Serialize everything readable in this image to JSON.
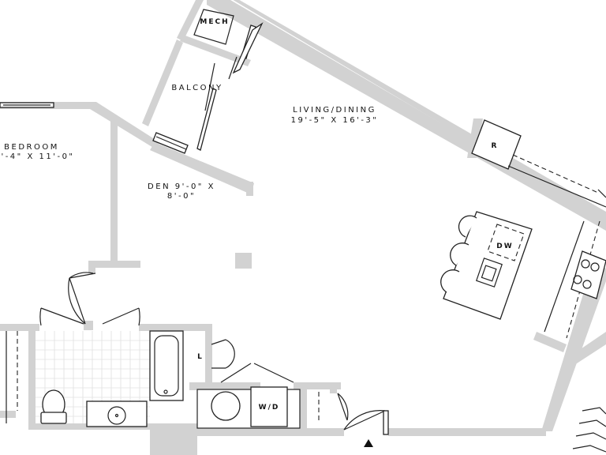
{
  "rooms": {
    "mech": "MECH",
    "balcony": "BALCONY",
    "living_name": "LIVING/DINING",
    "living_dims": "19'-5\" X 16'-3\"",
    "bedroom_name": "BEDROOM",
    "bedroom_dims": "'-4\" X 11'-0\"",
    "den_line1": "DEN 9'-0\" X",
    "den_line2": "8'-0\""
  },
  "fixtures": {
    "refrigerator": "R",
    "dishwasher": "DW",
    "linen": "L",
    "washer_dryer": "W/D"
  }
}
